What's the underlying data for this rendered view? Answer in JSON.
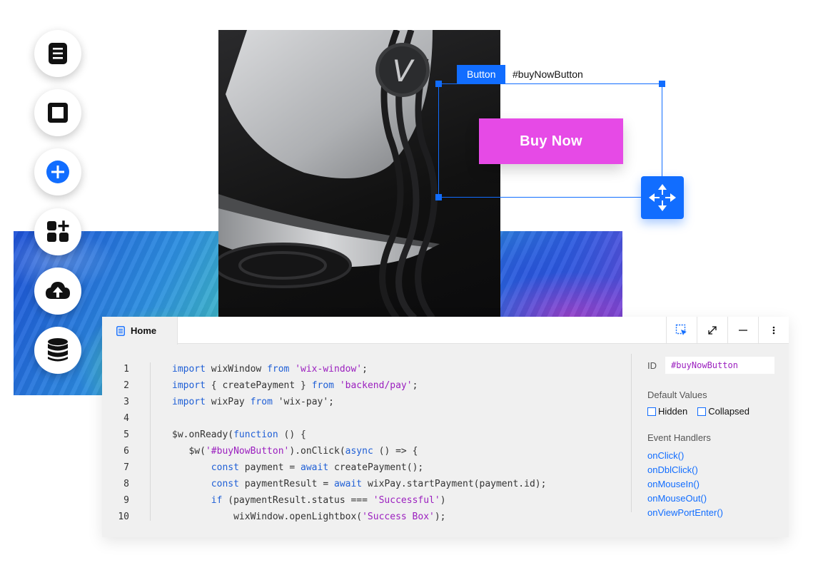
{
  "colors": {
    "accent": "#116dff",
    "buy_button": "#e64ae6",
    "keyword": "#1f5fd6",
    "string": "#9b1fbf"
  },
  "tools": [
    {
      "icon": "page-icon"
    },
    {
      "icon": "square-icon"
    },
    {
      "icon": "add-icon"
    },
    {
      "icon": "apps-icon"
    },
    {
      "icon": "cloud-upload-icon"
    },
    {
      "icon": "database-icon"
    }
  ],
  "product": {
    "logo_letter": "V"
  },
  "selection": {
    "type_label": "Button",
    "element_id": "#buyNowButton",
    "button_label": "Buy Now"
  },
  "panel": {
    "tab_label": "Home",
    "toolbar": [
      "select-element-icon",
      "expand-icon",
      "minimize-icon",
      "more-icon"
    ],
    "line_numbers": [
      "1",
      "2",
      "3",
      "4",
      "5",
      "6",
      "7",
      "8",
      "9",
      "10"
    ],
    "code_lines": [
      [
        {
          "t": "import",
          "c": "kw"
        },
        {
          "t": " wixWindow "
        },
        {
          "t": "from",
          "c": "kw"
        },
        {
          "t": " "
        },
        {
          "t": "'wix-window'",
          "c": "str"
        },
        {
          "t": ";"
        }
      ],
      [
        {
          "t": "import",
          "c": "kw"
        },
        {
          "t": " { createPayment } "
        },
        {
          "t": "from",
          "c": "kw"
        },
        {
          "t": " "
        },
        {
          "t": "'backend/pay'",
          "c": "str"
        },
        {
          "t": ";"
        }
      ],
      [
        {
          "t": "import",
          "c": "kw"
        },
        {
          "t": " wixPay "
        },
        {
          "t": "from",
          "c": "kw"
        },
        {
          "t": " 'wix-pay';"
        }
      ],
      [],
      [
        {
          "t": "$w.onReady("
        },
        {
          "t": "function",
          "c": "kw"
        },
        {
          "t": " () {"
        }
      ],
      [
        {
          "t": "   $w("
        },
        {
          "t": "'#buyNowButton'",
          "c": "str"
        },
        {
          "t": ").onClick("
        },
        {
          "t": "async",
          "c": "kw"
        },
        {
          "t": " () => {"
        }
      ],
      [
        {
          "t": "       "
        },
        {
          "t": "const",
          "c": "kw"
        },
        {
          "t": " payment = "
        },
        {
          "t": "await",
          "c": "kw"
        },
        {
          "t": " createPayment();"
        }
      ],
      [
        {
          "t": "       "
        },
        {
          "t": "const",
          "c": "kw"
        },
        {
          "t": " paymentResult = "
        },
        {
          "t": "await",
          "c": "kw"
        },
        {
          "t": " wixPay.startPayment(payment.id);"
        }
      ],
      [
        {
          "t": "       "
        },
        {
          "t": "if",
          "c": "kw"
        },
        {
          "t": " (paymentResult.status === "
        },
        {
          "t": "'Successful'",
          "c": "str"
        },
        {
          "t": ")"
        }
      ],
      [
        {
          "t": "           wixWindow.openLightbox("
        },
        {
          "t": "'Success Box'",
          "c": "str"
        },
        {
          "t": ");"
        }
      ]
    ],
    "properties": {
      "id_label": "ID",
      "id_value": "#buyNowButton",
      "default_values_title": "Default Values",
      "hidden_label": "Hidden",
      "collapsed_label": "Collapsed",
      "event_handlers_title": "Event Handlers",
      "event_handlers": [
        "onClick()",
        "onDblClick()",
        "onMouseIn()",
        "onMouseOut()",
        "onViewPortEnter()"
      ]
    }
  }
}
